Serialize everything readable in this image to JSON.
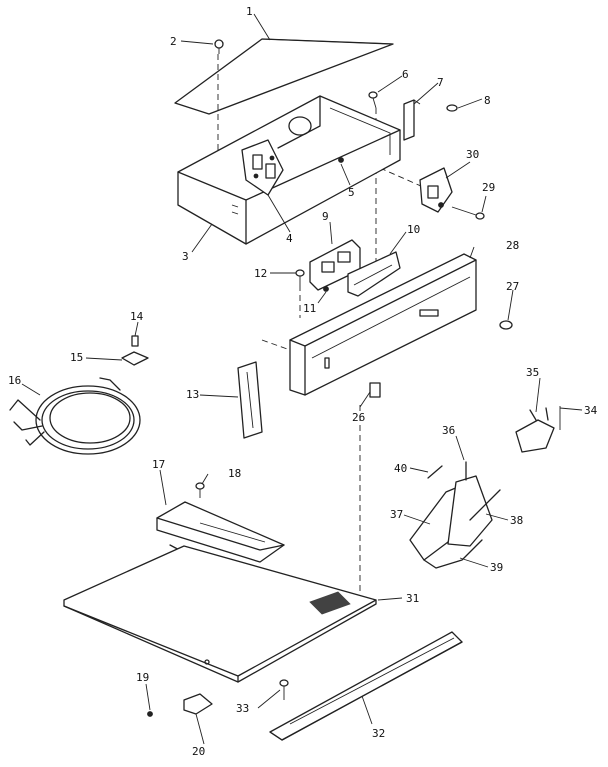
{
  "callouts": [
    {
      "id": "c1",
      "text": "1"
    },
    {
      "id": "c2",
      "text": "2"
    },
    {
      "id": "c3",
      "text": "3"
    },
    {
      "id": "c4",
      "text": "4"
    },
    {
      "id": "c5",
      "text": "5"
    },
    {
      "id": "c6",
      "text": "6"
    },
    {
      "id": "c7",
      "text": "7"
    },
    {
      "id": "c8",
      "text": "8"
    },
    {
      "id": "c9",
      "text": "9"
    },
    {
      "id": "c10",
      "text": "10"
    },
    {
      "id": "c11",
      "text": "11"
    },
    {
      "id": "c12",
      "text": "12"
    },
    {
      "id": "c13",
      "text": "13"
    },
    {
      "id": "c14",
      "text": "14"
    },
    {
      "id": "c15",
      "text": "15"
    },
    {
      "id": "c16",
      "text": "16"
    },
    {
      "id": "c17",
      "text": "17"
    },
    {
      "id": "c18",
      "text": "18"
    },
    {
      "id": "c19",
      "text": "19"
    },
    {
      "id": "c20",
      "text": "20"
    },
    {
      "id": "c26",
      "text": "26"
    },
    {
      "id": "c27",
      "text": "27"
    },
    {
      "id": "c28",
      "text": "28"
    },
    {
      "id": "c29",
      "text": "29"
    },
    {
      "id": "c30",
      "text": "30"
    },
    {
      "id": "c31",
      "text": "31"
    },
    {
      "id": "c32",
      "text": "32"
    },
    {
      "id": "c33",
      "text": "33"
    },
    {
      "id": "c34",
      "text": "34"
    },
    {
      "id": "c35",
      "text": "35"
    },
    {
      "id": "c36",
      "text": "36"
    },
    {
      "id": "c37",
      "text": "37"
    },
    {
      "id": "c38",
      "text": "38"
    },
    {
      "id": "c39",
      "text": "39"
    },
    {
      "id": "c40",
      "text": "40"
    }
  ]
}
